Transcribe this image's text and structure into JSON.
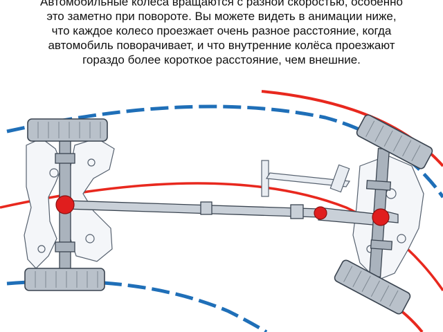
{
  "caption": {
    "lines": [
      "Автомобильные колеса вращаются с разной скоростью, особенно",
      "это заметно при повороте. Вы можете видеть в анимации ниже,",
      "что каждое колесо проезжает очень разное расстояние, когда",
      "автомобиль поворачивает, и что внутренние колёса проезжают",
      "гораздо более короткое расстояние, чем внешние."
    ]
  },
  "diagram": {
    "subject": "car-chassis-turning",
    "colors": {
      "outer_path": "#e8281e",
      "inner_path": "#1f6fb8",
      "differential": "#e01e1e",
      "chassis_fill": "#f4f6f9",
      "chassis_stroke": "#55606e",
      "tire_fill": "#b9c1ca",
      "tire_stroke": "#3a4450",
      "axle_fill": "#aab3bd"
    }
  }
}
